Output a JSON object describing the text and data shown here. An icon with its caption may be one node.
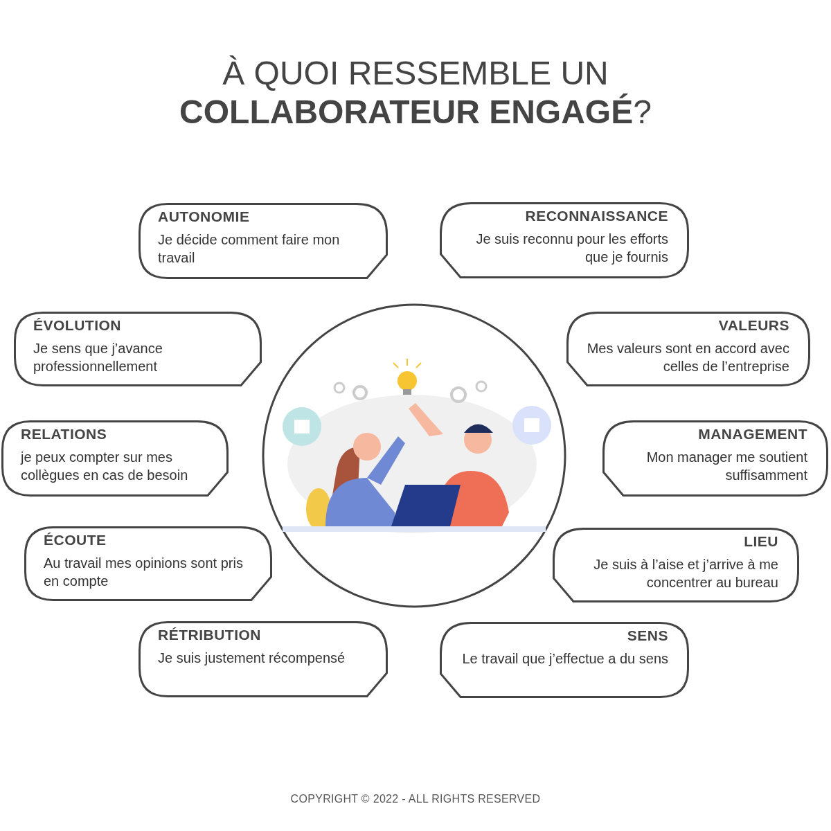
{
  "diagram": {
    "title": "À QUOI RESSEMBLE UN **COLLABORATEUR ENGAGÉ**?",
    "nodes": [
      {
        "text": [
          "AUTONOMIE",
          "Je décide comment faire mon travail"
        ]
      },
      {
        "text": [
          "RECONNAISSANCE",
          "Je suis reconnu pour les efforts que je fournis"
        ]
      },
      {
        "text": [
          "ÉVOLUTION",
          "Je sens que j’avance professionnellement"
        ]
      },
      {
        "text": [
          "VALEURS",
          "Mes valeurs sont en accord avec celles de l’entreprise"
        ]
      },
      {
        "text": [
          "RELATIONS",
          "je peux compter sur mes collègues en cas de besoin"
        ]
      },
      {
        "text": [
          "MANAGEMENT",
          "Mon manager me soutient suffisamment"
        ]
      },
      {
        "text": [
          "ÉCOUTE",
          "Au travail mes opinions sont pris en compte"
        ]
      },
      {
        "text": [
          "LIEU",
          "Je suis à l’aise et j’arrive à me concentrer au bureau"
        ]
      },
      {
        "text": [
          "RÉTRIBUTION",
          "Je suis justement récompensé"
        ]
      },
      {
        "text": [
          "SENS",
          "Le travail que j’effectue a du sens"
        ]
      }
    ],
    "labels": [
      "COPYRIGHT © 2022 - ALL RIGHTS RESERVED"
    ]
  }
}
